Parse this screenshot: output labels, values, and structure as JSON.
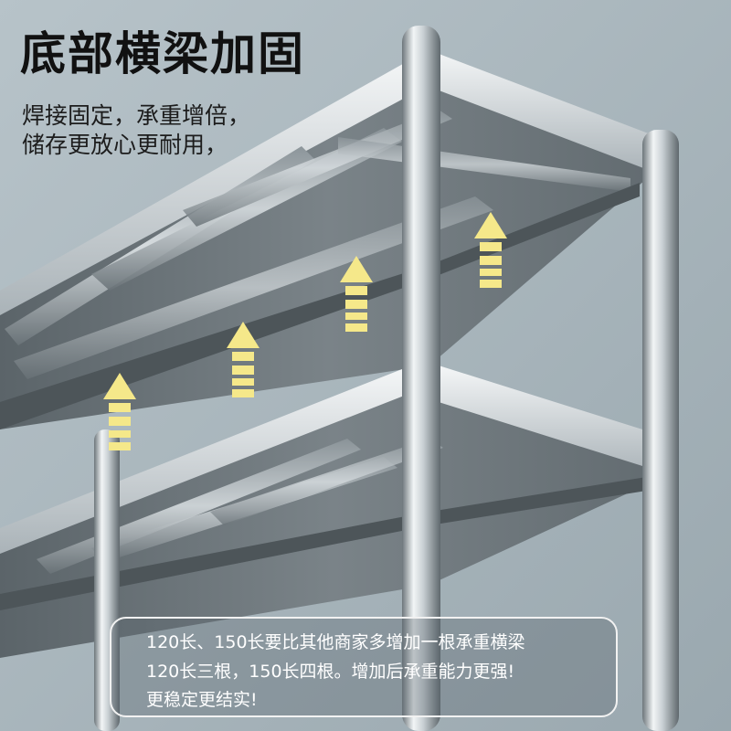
{
  "headline": "底部横梁加固",
  "subheadline": [
    "焊接固定，承重增倍，",
    "储存更放心更耐用，"
  ],
  "caption": [
    "120长、150长要比其他商家多增加一根承重横梁",
    "120长三根，150长四根。增加后承重能力更强!",
    "更稳定更结实!"
  ],
  "colors": {
    "background": "#a9b6bd",
    "arrow": "#f5e88a",
    "steel_light": "#e9edf0",
    "steel_dark": "#4a5256"
  },
  "icons": [
    "up-arrow-icon",
    "up-arrow-icon",
    "up-arrow-icon",
    "up-arrow-icon"
  ]
}
